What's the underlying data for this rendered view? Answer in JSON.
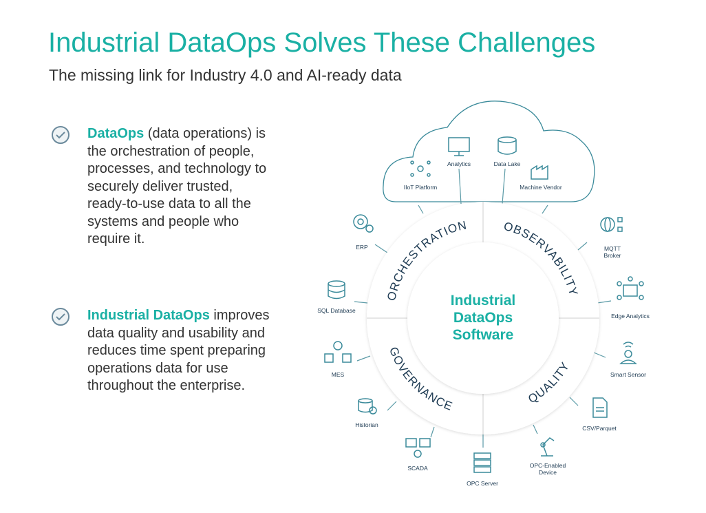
{
  "title": "Industrial DataOps Solves These Challenges",
  "subtitle": "The missing link for Industry 4.0 and AI-ready data",
  "bullets": [
    {
      "bold": "DataOps",
      "text": " (data operations) is the orchestration of people, processes, and technology to securely deliver trusted, ready-to-use data to all the systems and people who require it."
    },
    {
      "bold": "Industrial DataOps",
      "text": " improves data quality and usability and reduces time spent preparing operations data for use throughout the enterprise."
    }
  ],
  "diagram": {
    "center": [
      "Industrial",
      "DataOps",
      "Software"
    ],
    "segments": [
      "ORCHESTRATION",
      "OBSERVABILITY",
      "QUALITY",
      "GOVERNANCE"
    ],
    "cloud": [
      "IIoT Platform",
      "Analytics",
      "Data Lake",
      "Machine Vendor"
    ],
    "nodes": [
      "ERP",
      "SQL Database",
      "MES",
      "Historian",
      "SCADA",
      "OPC Server",
      "OPC-Enabled",
      "Device",
      "CSV/Parquet",
      "Smart Sensor",
      "Edge Analytics",
      "MQTT",
      "Broker"
    ]
  },
  "colors": {
    "accent": "#1ab0a4",
    "dark": "#1d3a52"
  }
}
